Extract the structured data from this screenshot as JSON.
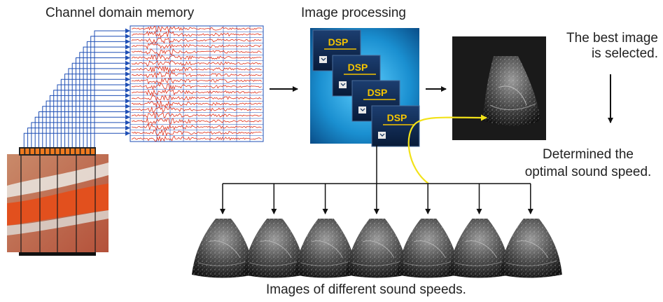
{
  "labels": {
    "channel_memory": "Channel domain memory",
    "image_processing": "Image processing",
    "best_image_line1": "The best image",
    "best_image_line2": "is selected.",
    "optimal_line1": "Determined the",
    "optimal_line2": "optimal sound speed.",
    "different_speeds": "Images of different sound speeds."
  },
  "dsp_cards": [
    {
      "label": "DSP"
    },
    {
      "label": "DSP"
    },
    {
      "label": "DSP"
    },
    {
      "label": "DSP"
    }
  ],
  "speed_images": [
    {
      "name": "ultrasound-image-1"
    },
    {
      "name": "ultrasound-image-2"
    },
    {
      "name": "ultrasound-image-3"
    },
    {
      "name": "ultrasound-image-4"
    },
    {
      "name": "ultrasound-image-5"
    },
    {
      "name": "ultrasound-image-6"
    },
    {
      "name": "ultrasound-image-7"
    }
  ],
  "colors": {
    "channel_lines": "#1f4fb5",
    "waveform": "#e0301a",
    "dsp_panel": "#1a8fd0",
    "dsp_card": "#0b2a55",
    "dsp_text": "#f5c400",
    "highlight_arrow": "#f2e21a",
    "tissue": "#d2603a"
  }
}
